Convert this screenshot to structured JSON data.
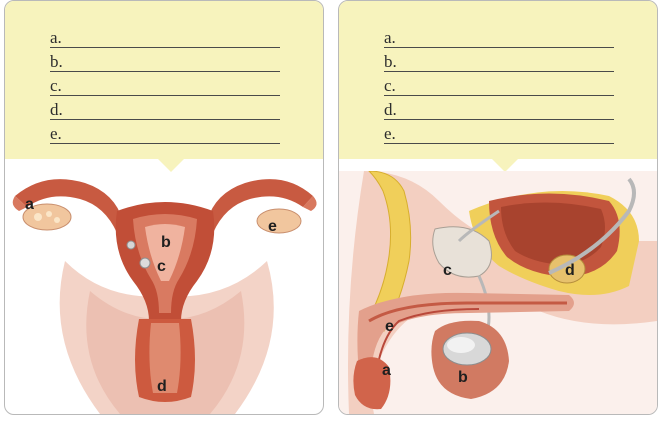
{
  "left_panel": {
    "answer_letters": [
      "a.",
      "b.",
      "c.",
      "d.",
      "e."
    ],
    "diagram_labels": {
      "a": "a",
      "b": "b",
      "c": "c",
      "d": "d",
      "e": "e"
    }
  },
  "right_panel": {
    "answer_letters": [
      "a.",
      "b.",
      "c.",
      "d.",
      "e."
    ],
    "diagram_labels": {
      "a": "a",
      "b": "b",
      "c": "c",
      "d": "d",
      "e": "e"
    }
  },
  "colors": {
    "note_background": "#f7f3bd",
    "tissue_red": "#c2553d",
    "tissue_pink": "#e9b2a3",
    "fat_yellow": "#f0cf5a"
  }
}
